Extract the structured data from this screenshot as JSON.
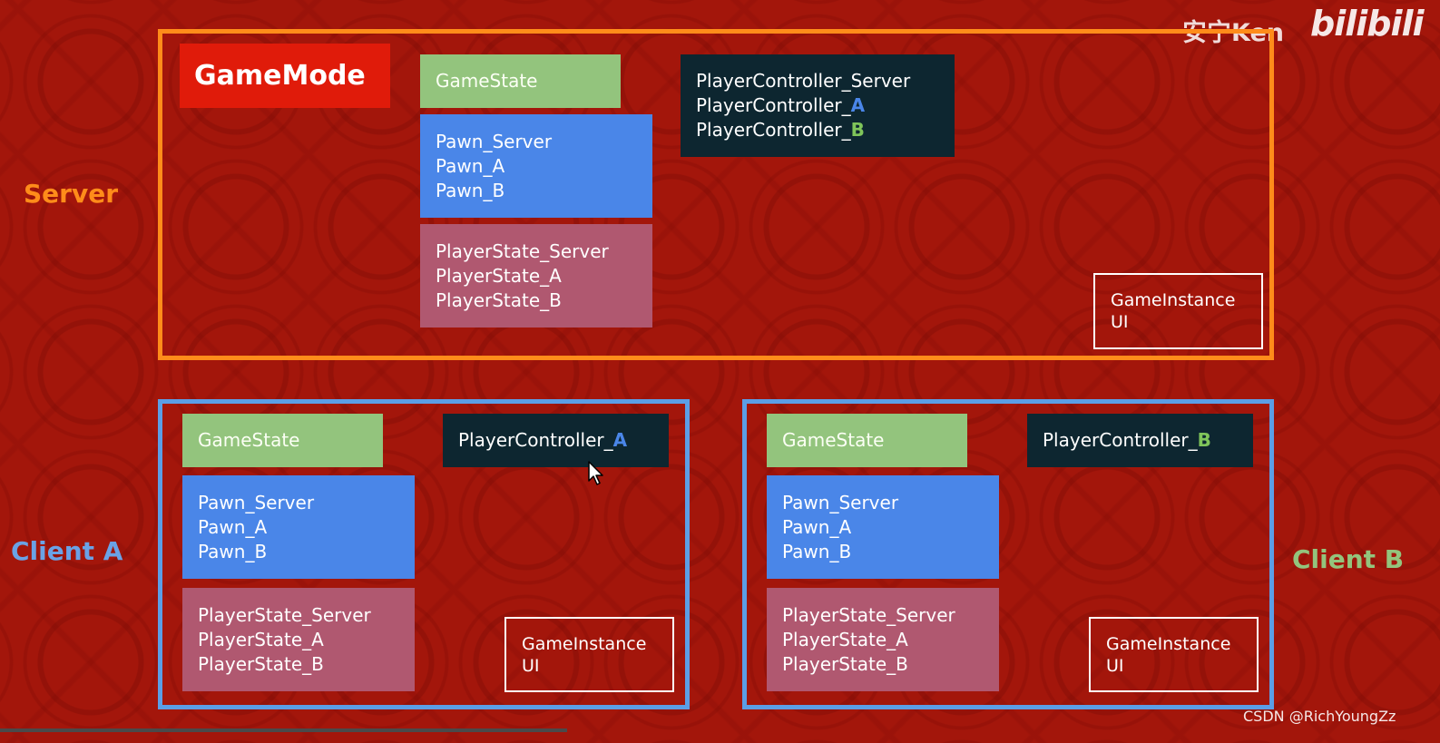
{
  "watermarks": {
    "author": "安宁Ken",
    "site": "bilibili",
    "csdn": "CSDN @RichYoungZz"
  },
  "labels": {
    "server": "Server",
    "client_a": "Client A",
    "client_b": "Client B"
  },
  "server": {
    "gamemode": "GameMode",
    "gamestate": "GameState",
    "pawns": [
      "Pawn_Server",
      "Pawn_A",
      "Pawn_B"
    ],
    "player_states": [
      "PlayerState_Server",
      "PlayerState_A",
      "PlayerState_B"
    ],
    "player_controllers": [
      {
        "prefix": "PlayerController_Server",
        "suffix": ""
      },
      {
        "prefix": "PlayerController_",
        "suffix": "A"
      },
      {
        "prefix": "PlayerController_",
        "suffix": "B"
      }
    ],
    "game_instance": [
      "GameInstance",
      "UI"
    ]
  },
  "client_a": {
    "gamestate": "GameState",
    "player_controller": {
      "prefix": "PlayerController_",
      "suffix": "A"
    },
    "pawns": [
      "Pawn_Server",
      "Pawn_A",
      "Pawn_B"
    ],
    "player_states": [
      "PlayerState_Server",
      "PlayerState_A",
      "PlayerState_B"
    ],
    "game_instance": [
      "GameInstance",
      "UI"
    ]
  },
  "client_b": {
    "gamestate": "GameState",
    "player_controller": {
      "prefix": "PlayerController_",
      "suffix": "B"
    },
    "pawns": [
      "Pawn_Server",
      "Pawn_A",
      "Pawn_B"
    ],
    "player_states": [
      "PlayerState_Server",
      "PlayerState_A",
      "PlayerState_B"
    ],
    "game_instance": [
      "GameInstance",
      "UI"
    ]
  },
  "colors": {
    "background": "#a3160b",
    "server_frame": "#ff8c1a",
    "client_frame": "#5b9ee6",
    "gamemode": "#e01b0a",
    "gamestate": "#93c47d",
    "pawn": "#4a86e8",
    "player_state": "#b05870",
    "player_controller": "#0d2630",
    "highlight_a": "#4a86e8",
    "highlight_b": "#7fc45a"
  },
  "icons": {
    "cursor": "mouse-pointer-icon"
  }
}
